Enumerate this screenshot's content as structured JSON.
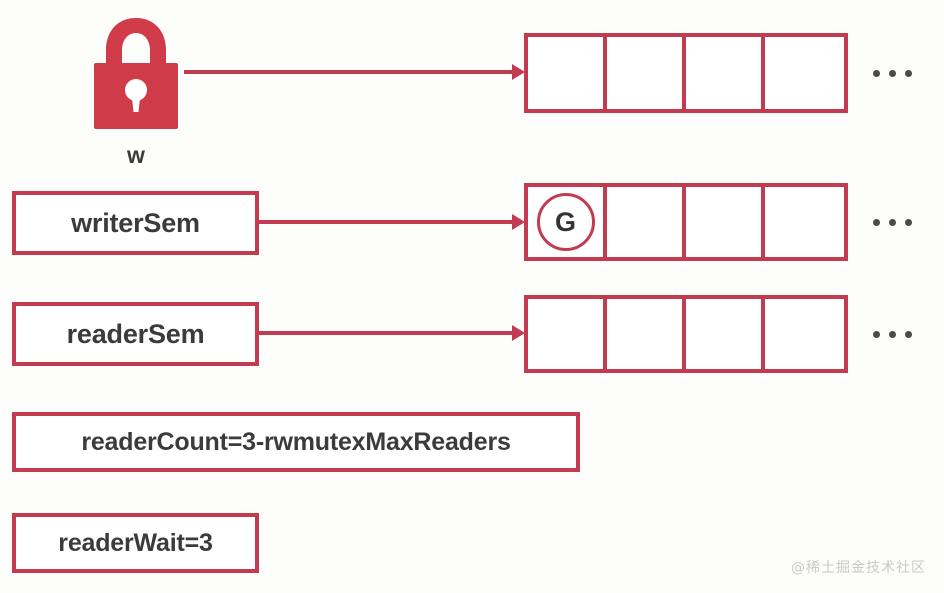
{
  "diagram": {
    "title": "Go RWMutex internal state",
    "colors": {
      "accent": "#c23b50",
      "lock_fill": "#d13c4b",
      "text": "#3b3b3b",
      "background": "#fdfdfc",
      "watermark": "#c9c9c9"
    },
    "lock": {
      "icon": "padlock-icon",
      "caption": "w"
    },
    "rows": [
      {
        "id": "w-row",
        "source_kind": "lock",
        "queue_cells": [
          "",
          "",
          "",
          ""
        ],
        "trailing": "..."
      },
      {
        "id": "writerSem-row",
        "source_kind": "label",
        "label": "writerSem",
        "queue_cells": [
          "G",
          "",
          "",
          ""
        ],
        "trailing": "..."
      },
      {
        "id": "readerSem-row",
        "source_kind": "label",
        "label": "readerSem",
        "queue_cells": [
          "",
          "",
          "",
          ""
        ],
        "trailing": "..."
      }
    ],
    "counters": [
      {
        "id": "readerCount",
        "text": "readerCount=3-rwmutexMaxReaders"
      },
      {
        "id": "readerWait",
        "text": "readerWait=3"
      }
    ],
    "watermark": "@稀土掘金技术社区"
  }
}
